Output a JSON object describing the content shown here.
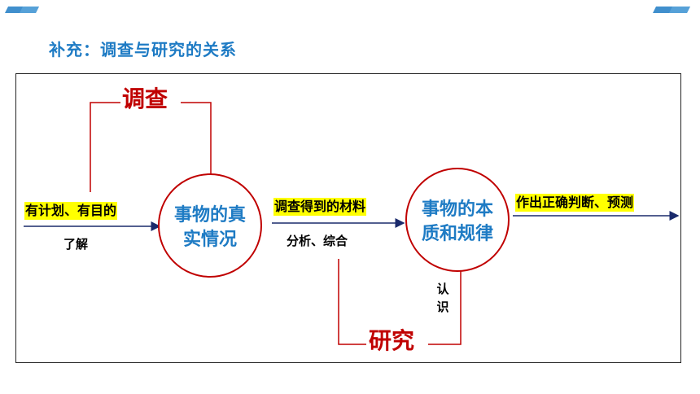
{
  "title": "补充：调查与研究的关系",
  "colors": {
    "title": "#1e7bc4",
    "accent_red": "#c00000",
    "circle_stroke": "#c00000",
    "arrow": "#1a2a6c",
    "highlight": "#ffff00",
    "circle_text": "#1e7bc4"
  },
  "diagram": {
    "top_label": "调查",
    "bottom_label": "研究",
    "left_input": "有计划、有目的",
    "left_sub": "了解",
    "circle1_line1": "事物的真",
    "circle1_line2": "实情况",
    "middle_label": "调查得到的材料",
    "middle_sub": "分析、综合",
    "circle2_line1": "事物的本",
    "circle2_line2": "质和规律",
    "vertical_label_1": "认",
    "vertical_label_2": "识",
    "right_output": "作出正确判断、预测"
  }
}
